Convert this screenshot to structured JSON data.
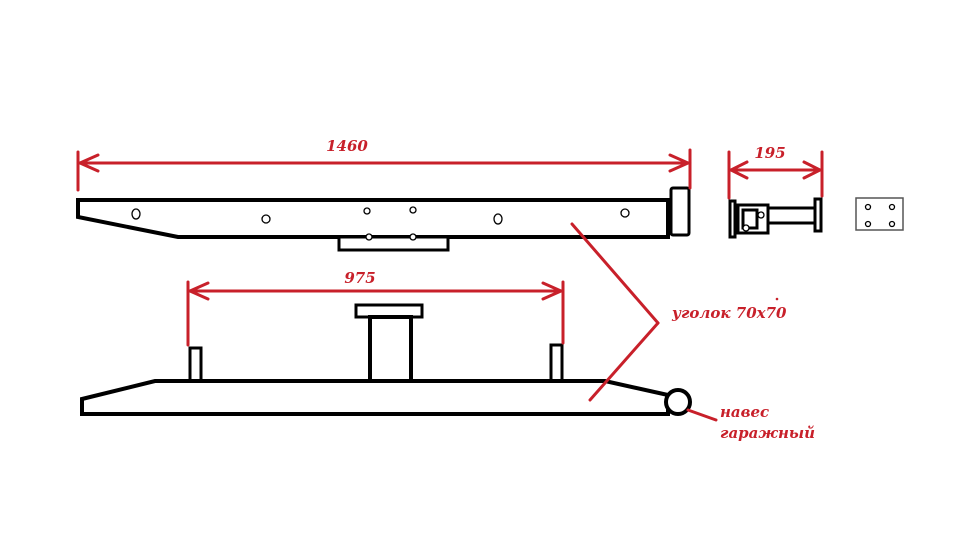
{
  "dimensions": {
    "overall_length": "1460",
    "support_spacing": "975",
    "bracket_width": "195"
  },
  "annotations": {
    "angle_label": "уголок 70х70",
    "hinge_label_line1": "навес",
    "hinge_label_line2": "гаражный"
  },
  "colors": {
    "ink": "#000000",
    "annotation": "#c8202a"
  }
}
